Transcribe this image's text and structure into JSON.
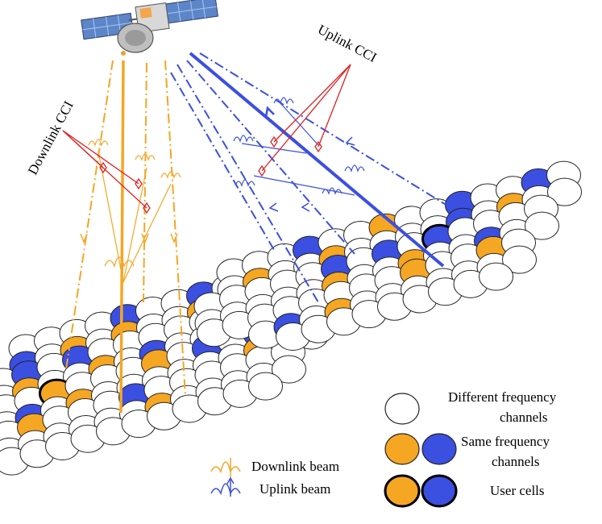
{
  "labels": {
    "downlink_cci": "Downlink CCI",
    "uplink_cci": "Uplink CCI"
  },
  "legend": {
    "downlink_beam": "Downlink beam",
    "uplink_beam": "Uplink beam",
    "different_line1": "Different frequency",
    "different_line2": "channels",
    "same_line1": "Same frequency",
    "same_line2": "channels",
    "user_cells": "User cells"
  },
  "colors": {
    "orange": "#f5a623",
    "blue": "#3b4fe0",
    "interference": "#e02020",
    "cell_outline": "#222222"
  },
  "icons": [
    "satellite-icon",
    "beam-glyph-icon"
  ]
}
